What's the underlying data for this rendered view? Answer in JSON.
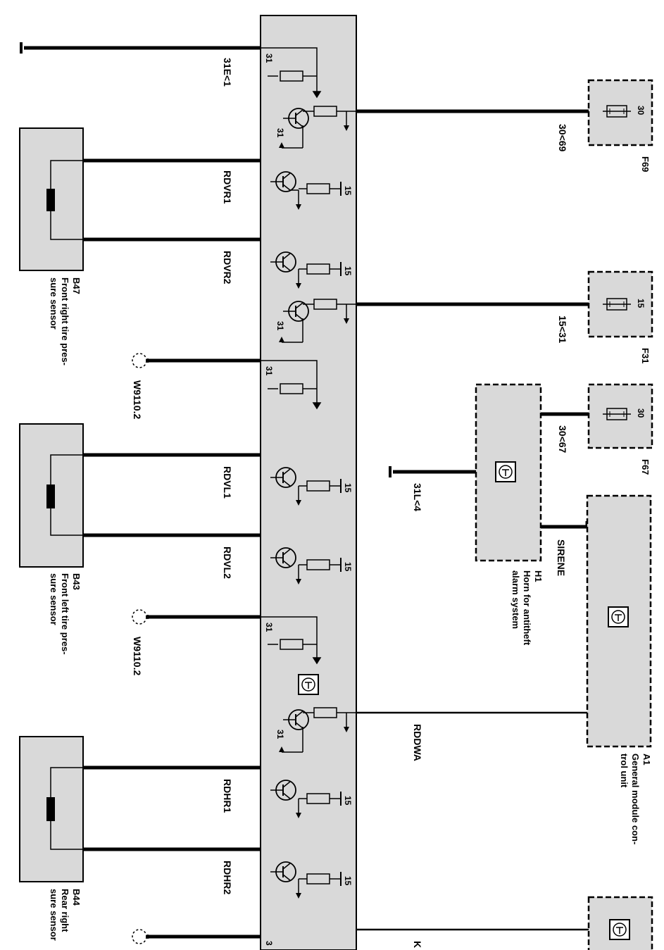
{
  "diagram": {
    "components": {
      "b47": {
        "ref": "B47",
        "line1": "Front right tire pres-",
        "line2": "sure sensor"
      },
      "b43": {
        "ref": "B43",
        "line1": "Front left tire pres-",
        "line2": "sure sensor"
      },
      "b44": {
        "ref": "B44",
        "line1": "Rear right",
        "line2": "sure sensor"
      },
      "a1": {
        "ref": "A1",
        "line1": "General module con-",
        "line2": "trol unit"
      },
      "h1": {
        "ref": "H1",
        "line1": "Horn for antitheft",
        "line2": "alarm system"
      },
      "f69": {
        "ref": "F69",
        "pin": "30"
      },
      "f31": {
        "ref": "F31",
        "pin": "15"
      },
      "f67": {
        "ref": "F67",
        "pin": "30"
      }
    },
    "wires": {
      "w31e": "31E<1",
      "rdvr1": "RDVR1",
      "rdvr2": "RDVR2",
      "w9110a": "W9110.2",
      "rdvl1": "RDVL1",
      "rdvl2": "RDVL2",
      "w9110b": "W9110.2",
      "rdhr1": "RDHR1",
      "rdhr2": "RDHR2",
      "w3069": "30<69",
      "w1531": "15<31",
      "w3067": "30<67",
      "w31l4": "31L<4",
      "sirene": "SIRENE",
      "rddwa": "RDDWA",
      "k": "K"
    },
    "pins": {
      "p31": "31",
      "p15": "15",
      "p3": "3"
    }
  }
}
